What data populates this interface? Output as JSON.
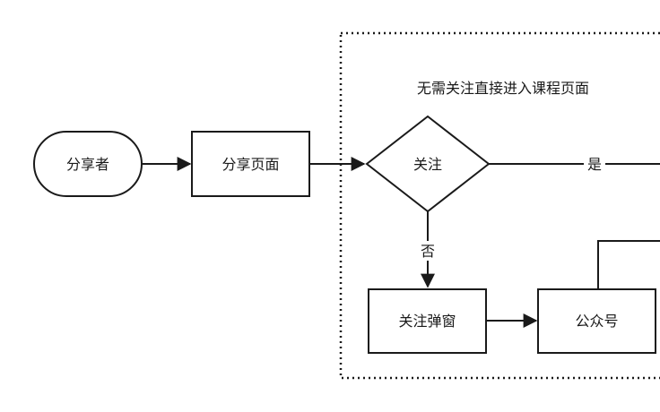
{
  "diagram": {
    "container": {
      "title": "无需关注直接进入课程页面"
    },
    "nodes": {
      "sharer": "分享者",
      "share_page": "分享页面",
      "follow_decision": "关注",
      "follow_popup": "关注弹窗",
      "official_account": "公众号"
    },
    "edges": {
      "yes_label": "是",
      "no_label": "否"
    }
  }
}
